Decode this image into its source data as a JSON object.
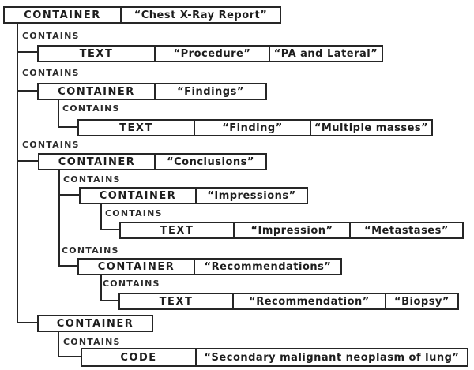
{
  "diagram": {
    "relation_label": "CONTAINS",
    "colors": {
      "line": "#262626",
      "background": "#ffffff",
      "text": "#1d1d1d"
    },
    "root": {
      "type": "CONTAINER",
      "name": "“Chest X-Ray Report”",
      "children": [
        {
          "type": "TEXT",
          "name": "“Procedure”",
          "value": "“PA and Lateral”"
        },
        {
          "type": "CONTAINER",
          "name": "“Findings”",
          "children": [
            {
              "type": "TEXT",
              "name": "“Finding”",
              "value": "“Multiple masses”"
            }
          ]
        },
        {
          "type": "CONTAINER",
          "name": "“Conclusions”",
          "children": [
            {
              "type": "CONTAINER",
              "name": "“Impressions”",
              "children": [
                {
                  "type": "TEXT",
                  "name": "“Impression”",
                  "value": "“Metastases”"
                }
              ]
            },
            {
              "type": "CONTAINER",
              "name": "“Recommendations”",
              "children": [
                {
                  "type": "TEXT",
                  "name": "“Recommendation”",
                  "value": "“Biopsy”"
                }
              ]
            }
          ]
        },
        {
          "type": "CONTAINER",
          "children": [
            {
              "type": "CODE",
              "value": "“Secondary malignant neoplasm of lung”"
            }
          ]
        }
      ]
    }
  }
}
